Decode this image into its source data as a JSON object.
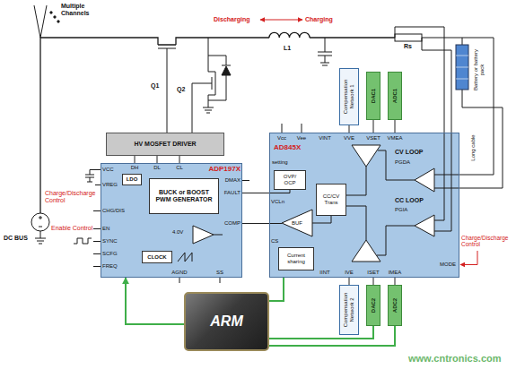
{
  "diagram": {
    "nodes": [
      {
        "text": [
          "HV MOSFET DRIVER"
        ]
      },
      {
        "text": [
          "Compensation Network 1"
        ]
      },
      {
        "text": [
          "DAC1"
        ]
      },
      {
        "text": [
          "ADC1"
        ]
      },
      {
        "text": [
          "ADP197X"
        ]
      },
      {
        "text": [
          "LDO"
        ],
        "in": 4
      },
      {
        "text": [
          "BUCK or BOOST PWM GENERATOR"
        ],
        "in": 4
      },
      {
        "text": [
          "CLOCK"
        ],
        "in": 4
      },
      {
        "text": [
          "AD845X"
        ]
      },
      {
        "text": [
          "OVP/ OCP"
        ],
        "in": 8
      },
      {
        "text": [
          "CC/CV Trans"
        ],
        "in": 8
      },
      {
        "text": [
          "Current sharing"
        ],
        "in": 8
      },
      {
        "text": [
          "Compensation Network 2"
        ]
      },
      {
        "text": [
          "DAC2"
        ]
      },
      {
        "text": [
          "ADC2"
        ]
      },
      {
        "text": [
          "ARM"
        ]
      }
    ],
    "edges": [
      {
        "from": 4,
        "to": 0,
        "arrow": "none"
      },
      {
        "from": 4,
        "to": 0,
        "arrow": "none"
      },
      {
        "from": 4,
        "to": 0,
        "arrow": "none"
      },
      {
        "from": 4,
        "to": 8,
        "arrow": "none"
      },
      {
        "from": 4,
        "to": 8,
        "arrow": "none"
      },
      {
        "from": 1,
        "to": 8,
        "arrow": "none"
      },
      {
        "from": 2,
        "to": 8,
        "arrow": "none"
      },
      {
        "from": 8,
        "to": 3,
        "arrow": "none"
      },
      {
        "from": 12,
        "to": 8,
        "arrow": "none"
      },
      {
        "from": 13,
        "to": 8,
        "arrow": "none"
      },
      {
        "from": 8,
        "to": 14,
        "arrow": "none"
      },
      {
        "from": 15,
        "to": 4,
        "arrow": "to"
      },
      {
        "from": 15,
        "to": 13,
        "arrow": "none"
      },
      {
        "from": 15,
        "to": 14,
        "arrow": "none"
      },
      {
        "from": 15,
        "to": 8,
        "arrow": "none"
      }
    ],
    "labels": [
      "Multiple Channels",
      "DC BUS",
      "Q1",
      "Q2",
      "Discharging",
      "Charging",
      "L1",
      "Rs",
      "Battery or battery pack",
      "Long cable",
      "DH",
      "DL",
      "CL",
      "VCC",
      "VREG",
      "CHG/DIS",
      "EN",
      "SYNC",
      "SCFG",
      "FREQ",
      "AGND",
      "SS",
      "DMAX",
      "FAULT",
      "COMP",
      "4.0V",
      "Charge/Discharge Control",
      "Enable Control",
      "Vcc",
      "Vee",
      "VVE",
      "VSET",
      "VMEA",
      "VINT",
      "setting",
      "VCLn",
      "BUF",
      "CS",
      "CV LOOP",
      "PGDA",
      "CC LOOP",
      "PGIA",
      "IVE",
      "ISET",
      "IMEA",
      "IINT",
      "MODE",
      "Charge/Discharge Control",
      "www.cntronics.com"
    ]
  }
}
